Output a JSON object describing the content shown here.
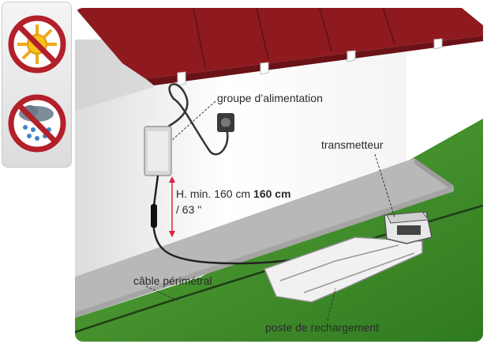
{
  "warnings": [
    {
      "icon": "no-sun-icon"
    },
    {
      "icon": "no-rain-icon"
    }
  ],
  "labels": {
    "power_supply": "groupe d’alimentation",
    "transmitter": "transmetteur",
    "height_prefix": "H. min. 160 cm",
    "height_bold": "160 cm",
    "height_inch": "/ 63 \"",
    "perimeter_cable": "câble périmétral",
    "charging_station": "poste de rechargement"
  },
  "colors": {
    "roof": "#8e1a1f",
    "lawn": "#3f8f2a",
    "measure": "#d7263d",
    "prohibit": "#b3202a"
  }
}
